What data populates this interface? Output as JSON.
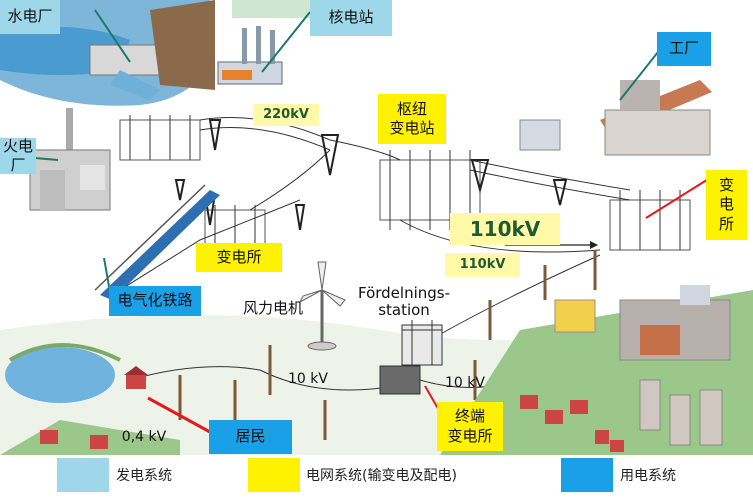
{
  "colors": {
    "generation": "#9ed7ea",
    "grid": "#fff200",
    "consumption": "#1aa0e6",
    "pointer_line": "#1a7a6a",
    "red_line": "#e21b1b"
  },
  "labels": {
    "hydro": "水电厂",
    "nuclear": "核电站",
    "thermal": "火电厂",
    "factory": "工厂",
    "hub_substation": "枢纽\n变电站",
    "substation_right": "变\n电\n所",
    "substation_left": "变电所",
    "electric_railway": "电气化铁路",
    "wind": "风力电机",
    "residents": "居民",
    "terminal_substation": "终端\n变电所"
  },
  "voltages": {
    "v220": "220kV",
    "v110_large": "110kV",
    "v110_small": "110kV",
    "v10_left": "10 kV",
    "v10_right": "10 kV",
    "v04": "0,4 kV"
  },
  "station": {
    "name": "Fördelnings-\nstation"
  },
  "legend": [
    {
      "label": "发电系统",
      "color": "#9ed7ea"
    },
    {
      "label": "电网系统(输变电及配电)",
      "color": "#fff200"
    },
    {
      "label": "用电系统",
      "color": "#1aa0e6"
    }
  ]
}
